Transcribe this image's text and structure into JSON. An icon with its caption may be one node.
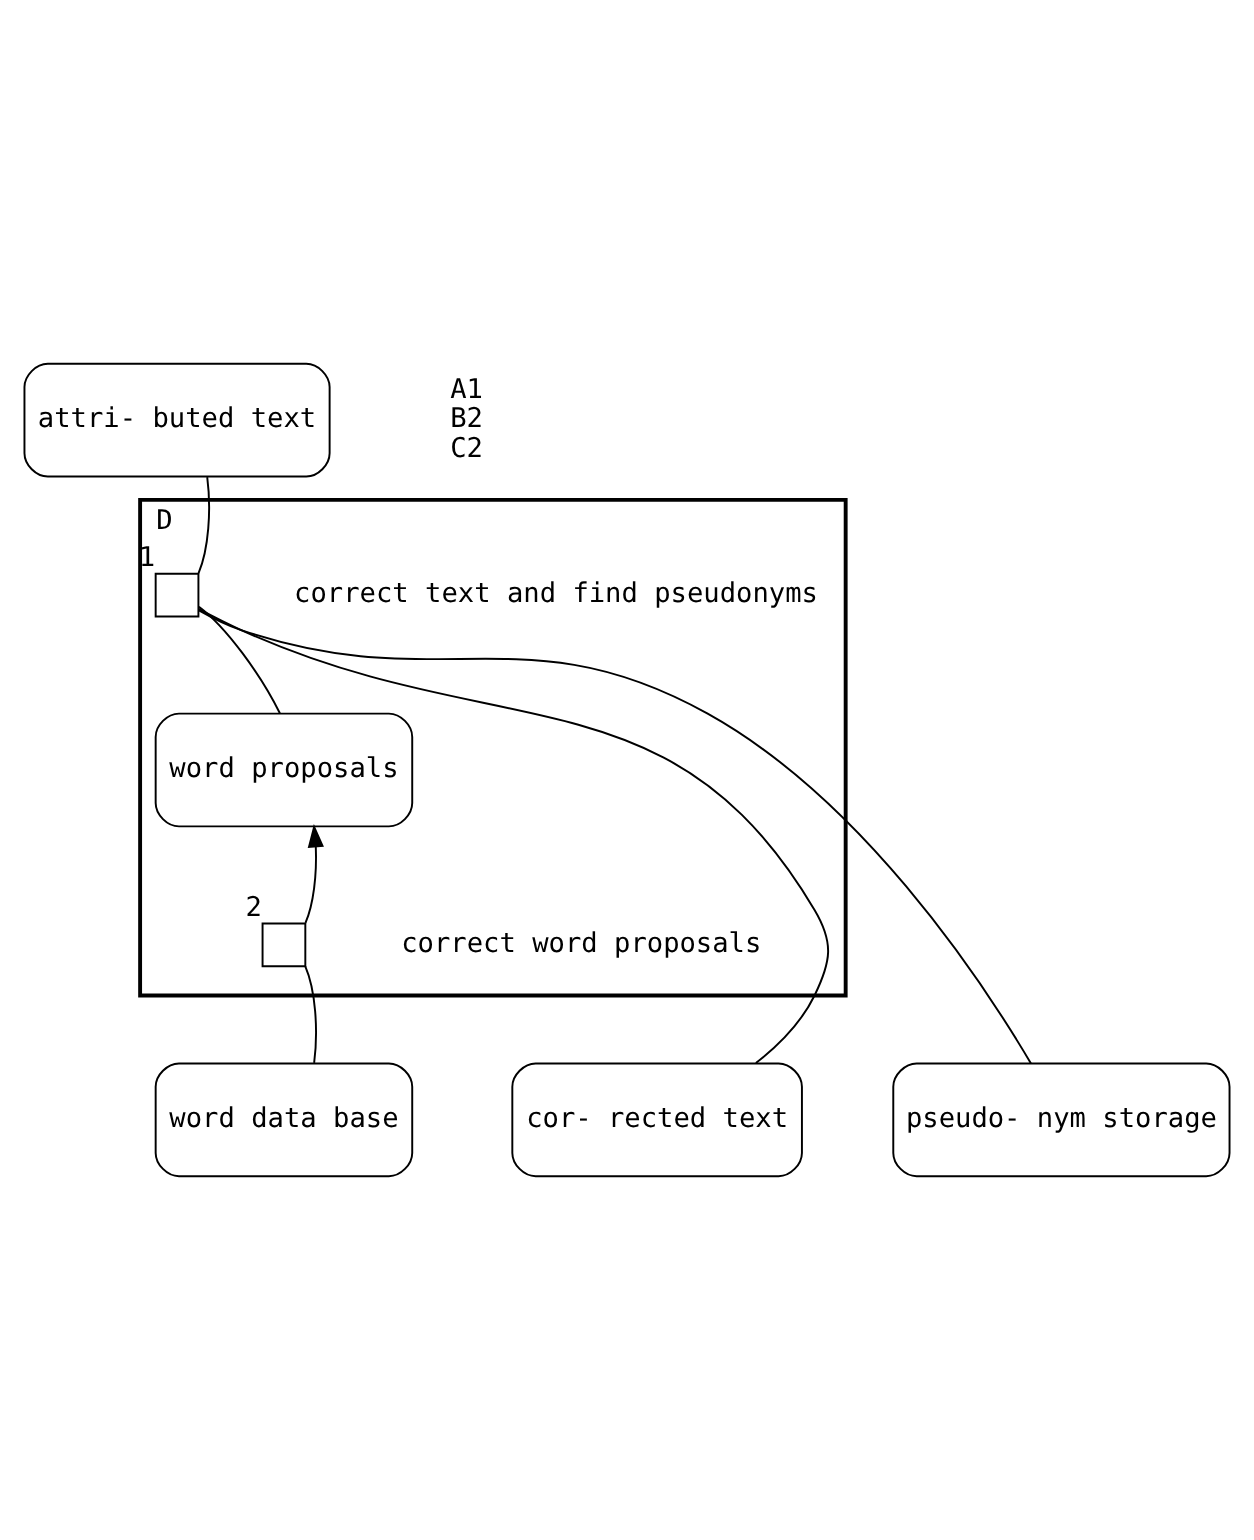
{
  "diagram": {
    "nodes": [
      {
        "text": [
          "attri- buted text"
        ]
      },
      {
        "text": [
          "D"
        ]
      },
      {
        "text": [],
        "shape": "box",
        "in": 1,
        "beside": [
          "1",
          "correct text and find pseudonyms"
        ]
      },
      {
        "text": [
          "word proposals"
        ],
        "in": 1
      },
      {
        "text": [],
        "shape": "box",
        "in": 1,
        "beside": [
          "2",
          "correct word proposals"
        ]
      },
      {
        "text": [
          "cor- rected text"
        ]
      },
      {
        "text": [
          "pseudo- nym storage"
        ]
      },
      {
        "text": [
          "word data base"
        ]
      }
    ],
    "edges": [
      {
        "from": 0,
        "to": 2,
        "arrow": "none"
      },
      {
        "from": 2,
        "to": 5,
        "arrow": "none"
      },
      {
        "from": 2,
        "to": 6,
        "arrow": "none"
      },
      {
        "from": 2,
        "to": 3,
        "arrow": "none"
      },
      {
        "from": 4,
        "to": 3,
        "arrow": "to"
      },
      {
        "from": 4,
        "to": 7,
        "arrow": "none"
      }
    ],
    "labels": [
      "A1",
      "B2",
      "C2"
    ]
  }
}
